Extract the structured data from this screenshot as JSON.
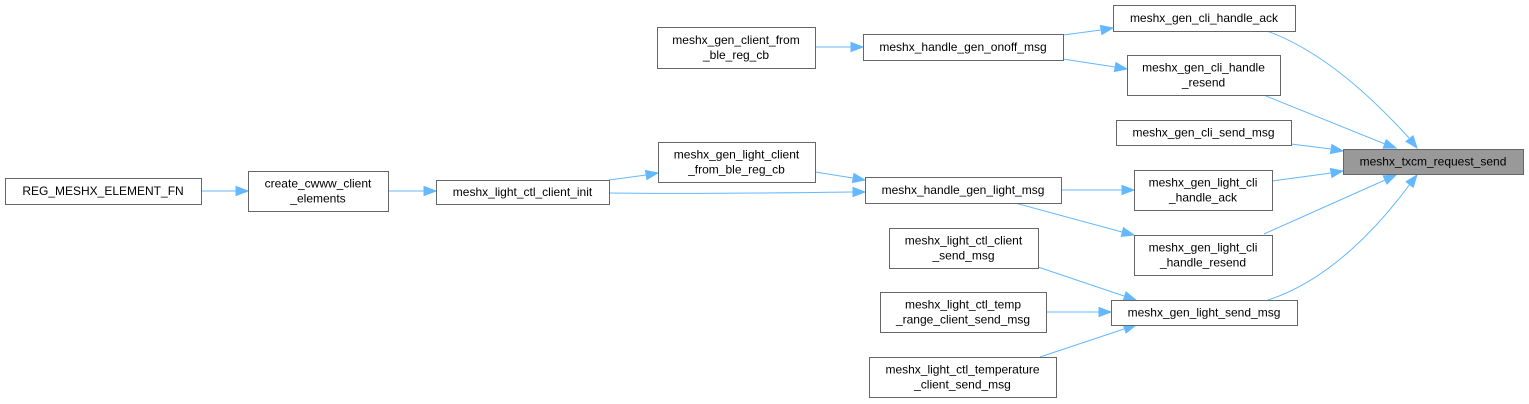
{
  "diagram": {
    "title": "Caller graph of meshx_txcm_request_send",
    "colors": {
      "edge": "#63b8ff",
      "node_border": "#666666",
      "node_fill": "#ffffff",
      "root_fill": "#999999"
    },
    "nodes": [
      {
        "id": "reg_meshx_element_fn",
        "lines": [
          "REG_MESHX_ELEMENT_FN"
        ]
      },
      {
        "id": "create_cwww_client_elements",
        "lines": [
          "create_cwww_client",
          "_elements"
        ]
      },
      {
        "id": "meshx_light_ctl_client_init",
        "lines": [
          "meshx_light_ctl_client_init"
        ]
      },
      {
        "id": "meshx_gen_light_client_from_ble_reg_cb",
        "lines": [
          "meshx_gen_light_client",
          "_from_ble_reg_cb"
        ]
      },
      {
        "id": "meshx_gen_client_from_ble_reg_cb",
        "lines": [
          "meshx_gen_client_from",
          "_ble_reg_cb"
        ]
      },
      {
        "id": "meshx_handle_gen_onoff_msg",
        "lines": [
          "meshx_handle_gen_onoff_msg"
        ]
      },
      {
        "id": "meshx_handle_gen_light_msg",
        "lines": [
          "meshx_handle_gen_light_msg"
        ]
      },
      {
        "id": "meshx_light_ctl_client_send_msg",
        "lines": [
          "meshx_light_ctl_client",
          "_send_msg"
        ]
      },
      {
        "id": "meshx_light_ctl_temp_range_client_send_msg",
        "lines": [
          "meshx_light_ctl_temp",
          "_range_client_send_msg"
        ]
      },
      {
        "id": "meshx_light_ctl_temperature_client_send_msg",
        "lines": [
          "meshx_light_ctl_temperature",
          "_client_send_msg"
        ]
      },
      {
        "id": "meshx_gen_cli_handle_ack",
        "lines": [
          "meshx_gen_cli_handle_ack"
        ]
      },
      {
        "id": "meshx_gen_cli_handle_resend",
        "lines": [
          "meshx_gen_cli_handle",
          "_resend"
        ]
      },
      {
        "id": "meshx_gen_cli_send_msg",
        "lines": [
          "meshx_gen_cli_send_msg"
        ]
      },
      {
        "id": "meshx_gen_light_cli_handle_ack",
        "lines": [
          "meshx_gen_light_cli",
          "_handle_ack"
        ]
      },
      {
        "id": "meshx_gen_light_cli_handle_resend",
        "lines": [
          "meshx_gen_light_cli",
          "_handle_resend"
        ]
      },
      {
        "id": "meshx_gen_light_send_msg",
        "lines": [
          "meshx_gen_light_send_msg"
        ]
      },
      {
        "id": "meshx_txcm_request_send",
        "lines": [
          "meshx_txcm_request_send"
        ],
        "root": true
      }
    ],
    "edges": [
      {
        "from": "reg_meshx_element_fn",
        "to": "create_cwww_client_elements"
      },
      {
        "from": "create_cwww_client_elements",
        "to": "meshx_light_ctl_client_init"
      },
      {
        "from": "meshx_light_ctl_client_init",
        "to": "meshx_gen_light_client_from_ble_reg_cb"
      },
      {
        "from": "meshx_light_ctl_client_init",
        "to": "meshx_handle_gen_light_msg"
      },
      {
        "from": "meshx_gen_light_client_from_ble_reg_cb",
        "to": "meshx_handle_gen_light_msg"
      },
      {
        "from": "meshx_gen_client_from_ble_reg_cb",
        "to": "meshx_handle_gen_onoff_msg"
      },
      {
        "from": "meshx_handle_gen_onoff_msg",
        "to": "meshx_gen_cli_handle_ack"
      },
      {
        "from": "meshx_handle_gen_onoff_msg",
        "to": "meshx_gen_cli_handle_resend"
      },
      {
        "from": "meshx_handle_gen_light_msg",
        "to": "meshx_gen_light_cli_handle_ack"
      },
      {
        "from": "meshx_handle_gen_light_msg",
        "to": "meshx_gen_light_cli_handle_resend"
      },
      {
        "from": "meshx_light_ctl_client_send_msg",
        "to": "meshx_gen_light_send_msg"
      },
      {
        "from": "meshx_light_ctl_temp_range_client_send_msg",
        "to": "meshx_gen_light_send_msg"
      },
      {
        "from": "meshx_light_ctl_temperature_client_send_msg",
        "to": "meshx_gen_light_send_msg"
      },
      {
        "from": "meshx_gen_cli_handle_ack",
        "to": "meshx_txcm_request_send"
      },
      {
        "from": "meshx_gen_cli_handle_resend",
        "to": "meshx_txcm_request_send"
      },
      {
        "from": "meshx_gen_cli_send_msg",
        "to": "meshx_txcm_request_send"
      },
      {
        "from": "meshx_gen_light_cli_handle_ack",
        "to": "meshx_txcm_request_send"
      },
      {
        "from": "meshx_gen_light_cli_handle_resend",
        "to": "meshx_txcm_request_send"
      },
      {
        "from": "meshx_gen_light_send_msg",
        "to": "meshx_txcm_request_send"
      }
    ]
  }
}
